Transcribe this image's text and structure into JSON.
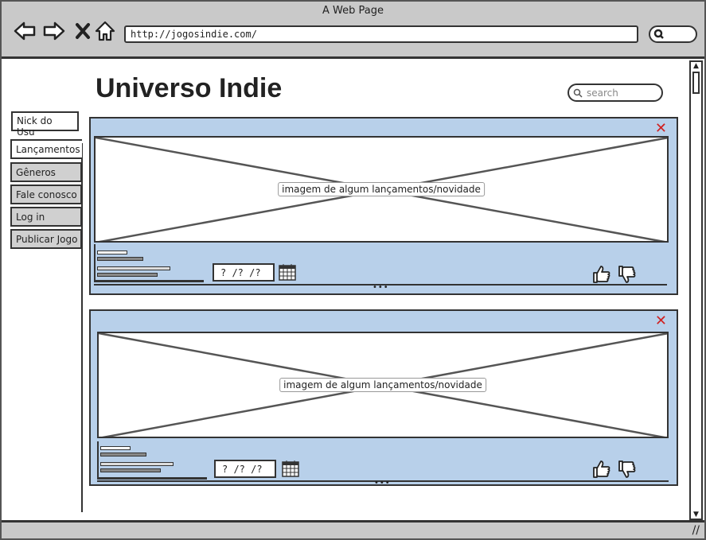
{
  "browser": {
    "title": "A Web Page",
    "url": "http://jogosindie.com/"
  },
  "header": {
    "title": "Universo Indie",
    "search_placeholder": "search"
  },
  "sidebar": {
    "user": "Nick do Usu",
    "items": [
      {
        "label": "Lançamentos",
        "active": true
      },
      {
        "label": "Gêneros"
      },
      {
        "label": "Fale conosco"
      },
      {
        "label": "Log in"
      },
      {
        "label": "Publicar Jogo"
      }
    ]
  },
  "cards": [
    {
      "image_label": "imagem de algum lançamentos/novidade",
      "date": "? /? /?",
      "close": "✕"
    },
    {
      "image_label": "imagem de algum lançamentos/novidade",
      "date": "? /? /?",
      "close": "✕"
    }
  ],
  "colors": {
    "card_bg": "#b8d0ea",
    "close": "#d02020",
    "chrome": "#c9c9c9"
  }
}
